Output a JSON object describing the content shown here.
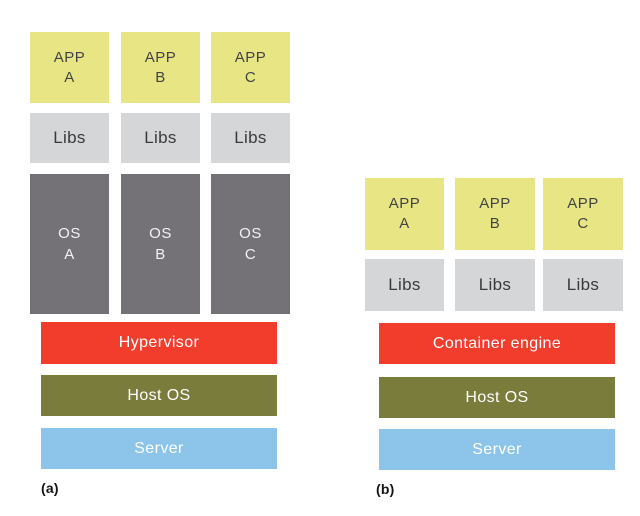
{
  "colors": {
    "app": "#e8e684",
    "libs": "#d4d6d8",
    "os": "#747276",
    "hypervisor": "#f23d2c",
    "container_engine": "#f23d2c",
    "host_os": "#7a7c3b",
    "server": "#8cc5e9"
  },
  "diagram_a": {
    "caption": "(a)",
    "stacks": [
      {
        "app_line1": "APP",
        "app_line2": "A",
        "libs": "Libs",
        "os_line1": "OS",
        "os_line2": "A"
      },
      {
        "app_line1": "APP",
        "app_line2": "B",
        "libs": "Libs",
        "os_line1": "OS",
        "os_line2": "B"
      },
      {
        "app_line1": "APP",
        "app_line2": "C",
        "libs": "Libs",
        "os_line1": "OS",
        "os_line2": "C"
      }
    ],
    "bars": [
      {
        "label": "Hypervisor"
      },
      {
        "label": "Host OS"
      },
      {
        "label": "Server"
      }
    ]
  },
  "diagram_b": {
    "caption": "(b)",
    "stacks": [
      {
        "app_line1": "APP",
        "app_line2": "A",
        "libs": "Libs"
      },
      {
        "app_line1": "APP",
        "app_line2": "B",
        "libs": "Libs"
      },
      {
        "app_line1": "APP",
        "app_line2": "C",
        "libs": "Libs"
      }
    ],
    "bars": [
      {
        "label": "Container engine"
      },
      {
        "label": "Host OS"
      },
      {
        "label": "Server"
      }
    ]
  }
}
